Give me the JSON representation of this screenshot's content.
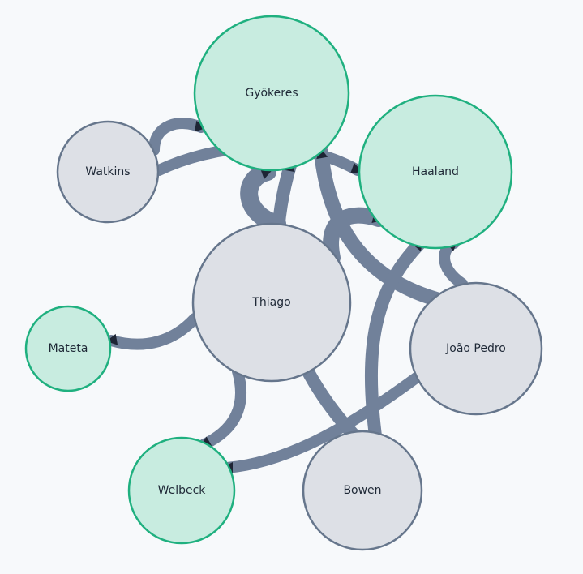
{
  "colors": {
    "background": "#f7f9fb",
    "edge": "#71819a",
    "arrowhead": "#1e2535",
    "highlight_fill": "#c8ece0",
    "highlight_stroke": "#1fb07f",
    "normal_fill": "#dde0e6",
    "normal_stroke": "#66768c"
  },
  "nodes": [
    {
      "id": "gyokeres",
      "label": "Gyökeres",
      "highlight": true
    },
    {
      "id": "haaland",
      "label": "Haaland",
      "highlight": true
    },
    {
      "id": "watkins",
      "label": "Watkins",
      "highlight": false
    },
    {
      "id": "thiago",
      "label": "Thiago",
      "highlight": false
    },
    {
      "id": "mateta",
      "label": "Mateta",
      "highlight": true
    },
    {
      "id": "joao-pedro",
      "label": "João Pedro",
      "highlight": false
    },
    {
      "id": "welbeck",
      "label": "Welbeck",
      "highlight": true
    },
    {
      "id": "bowen",
      "label": "Bowen",
      "highlight": false
    }
  ],
  "edges": [
    {
      "from": "watkins",
      "to": "gyokeres"
    },
    {
      "from": "watkins",
      "to": "haaland"
    },
    {
      "from": "thiago",
      "to": "gyokeres"
    },
    {
      "from": "thiago",
      "to": "haaland"
    },
    {
      "from": "thiago",
      "to": "mateta"
    },
    {
      "from": "thiago",
      "to": "welbeck"
    },
    {
      "from": "joao-pedro",
      "to": "gyokeres"
    },
    {
      "from": "joao-pedro",
      "to": "haaland"
    },
    {
      "from": "joao-pedro",
      "to": "welbeck"
    },
    {
      "from": "bowen",
      "to": "gyokeres"
    },
    {
      "from": "bowen",
      "to": "haaland"
    }
  ]
}
